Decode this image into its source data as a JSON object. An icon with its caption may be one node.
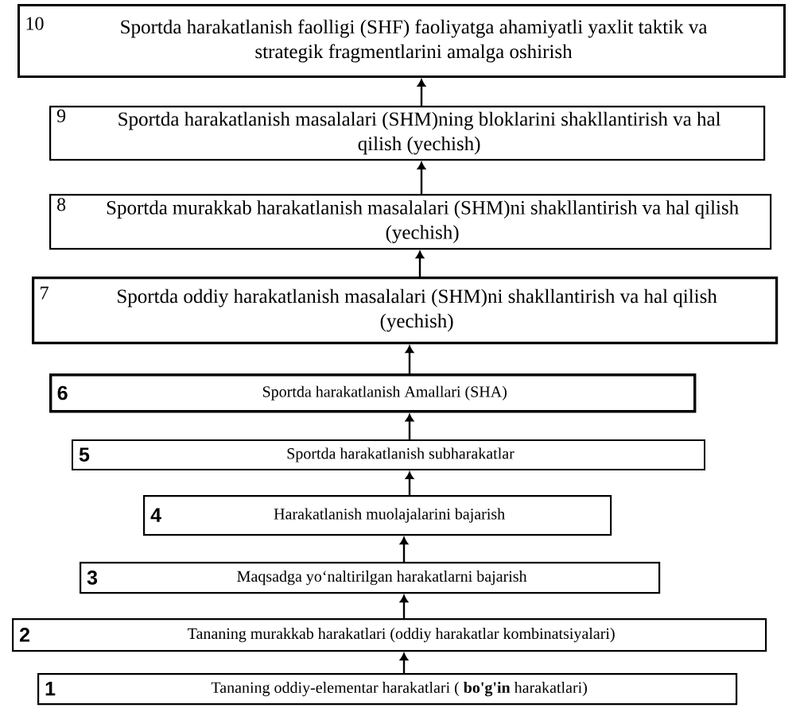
{
  "diagram": {
    "nodes": [
      {
        "text": [
          "10",
          "Sportda harakatlanish faolligi (SHF) faoliyatga ahamiyatli yaxlit taktik va strategik fragmentlarini amalga oshirish"
        ]
      },
      {
        "text": [
          "9",
          "Sportda harakatlanish masalalari (SHM)ning bloklarini shakllantirish va hal qilish (yechish)"
        ]
      },
      {
        "text": [
          "8",
          "Sportda murakkab harakatlanish masalalari (SHM)ni shakllantirish va hal qilish (yechish)"
        ]
      },
      {
        "text": [
          "7",
          "Sportda oddiy harakatlanish masalalari (SHM)ni shakllantirish va hal qilish (yechish)"
        ]
      },
      {
        "text": [
          "6",
          "Sportda harakatlanish Amallari (SHA)"
        ]
      },
      {
        "text": [
          "5",
          "Sportda harakatlanish subharakatlar"
        ]
      },
      {
        "text": [
          "4",
          "Harakatlanish muolajalarini bajarish"
        ]
      },
      {
        "text": [
          "3",
          "Maqsadga yo‘naltirilgan harakatlarni bajarish"
        ]
      },
      {
        "text": [
          "2",
          "Tananing murakkab harakatlari (oddiy harakatlar kombinatsiyalari)"
        ]
      },
      {
        "text": [
          "1",
          "Tananing oddiy-elementar harakatlari ( **bo'g'in** harakatlari)"
        ]
      }
    ],
    "edges": [
      {
        "from": 1,
        "to": 0,
        "arrow": "to"
      },
      {
        "from": 2,
        "to": 1,
        "arrow": "to"
      },
      {
        "from": 3,
        "to": 2,
        "arrow": "to"
      },
      {
        "from": 4,
        "to": 3,
        "arrow": "to"
      },
      {
        "from": 5,
        "to": 4,
        "arrow": "to"
      },
      {
        "from": 6,
        "to": 5,
        "arrow": "to"
      },
      {
        "from": 7,
        "to": 6,
        "arrow": "to"
      },
      {
        "from": 8,
        "to": 7,
        "arrow": "to"
      },
      {
        "from": 9,
        "to": 8,
        "arrow": "to"
      }
    ]
  }
}
